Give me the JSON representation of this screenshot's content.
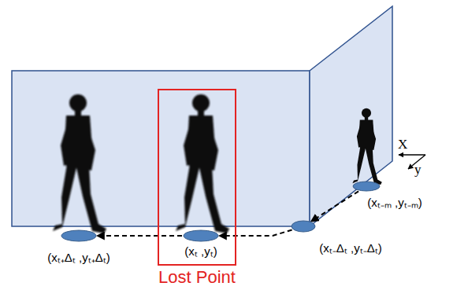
{
  "diagram": {
    "nodes": [
      {
        "text": [
          "(xₜ₋ₘ ,yₜ₋ₘ)"
        ]
      },
      {
        "text": [
          "(xₜ₋Δₜ ,yₜ₋Δₜ)"
        ]
      },
      {
        "text": [
          "Lost Point"
        ]
      },
      {
        "text": [
          "(xₜ ,yₜ)"
        ],
        "in": 2
      },
      {
        "text": [
          "(xₜ₊Δₜ ,yₜ₊Δₜ)"
        ]
      }
    ],
    "edges": [
      {
        "from": 0,
        "to": 1,
        "arrow": "to"
      },
      {
        "from": 1,
        "to": 3,
        "arrow": "to"
      },
      {
        "from": 3,
        "to": 4,
        "arrow": "to"
      }
    ],
    "labels": [
      "X",
      "y"
    ]
  }
}
